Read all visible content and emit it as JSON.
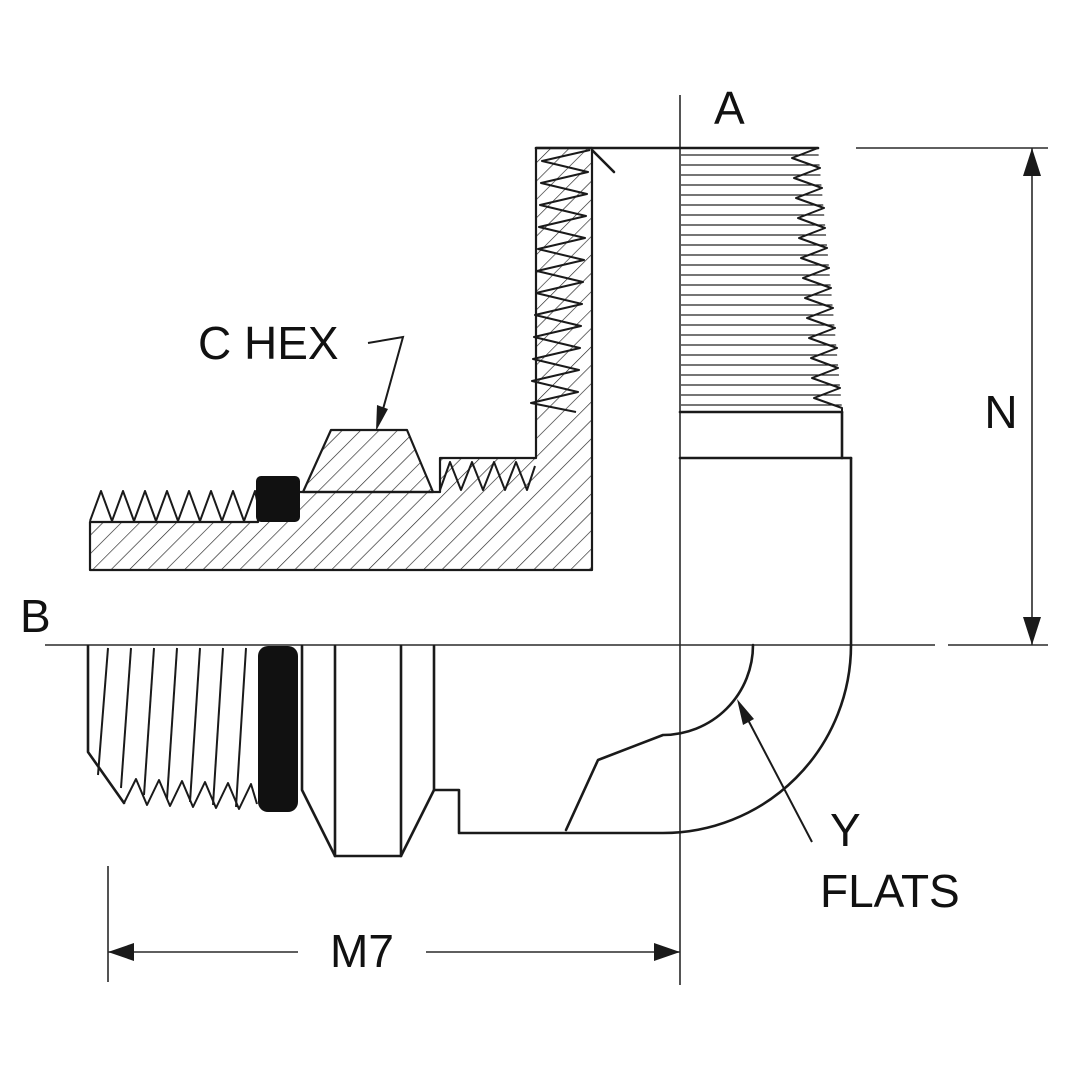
{
  "drawing": {
    "type": "technical-drawing",
    "subject": "90-degree male elbow hydraulic adapter fitting, half-section view",
    "labels": {
      "port_a": "A",
      "port_b": "B",
      "hex_callout": "C HEX",
      "flats_callout": {
        "line1": "Y",
        "line2": "FLATS"
      },
      "dim_height": "N",
      "dim_length": "M7"
    },
    "colors": {
      "line": "#1a1a1a",
      "background": "#ffffff",
      "oring": "#111111"
    }
  }
}
